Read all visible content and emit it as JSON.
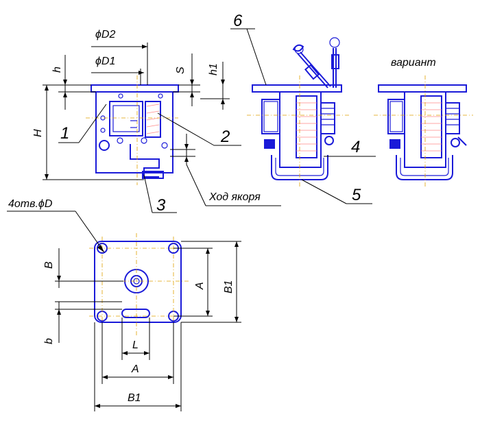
{
  "labels": {
    "phi_d2": "ϕD2",
    "phi_d1": "ϕD1",
    "h": "h",
    "s": "S",
    "h1": "h1",
    "H": "H",
    "n1": "1",
    "n2": "2",
    "n3": "3",
    "n4": "4",
    "n5": "5",
    "n6": "6",
    "stroke": "Ход якоря",
    "variant": "вариант",
    "holes": "4отв.ϕD",
    "B": "B",
    "b": "b",
    "A_right": "A",
    "B1_right": "B1",
    "L": "L",
    "A_bottom": "A",
    "B1_bottom": "B1"
  },
  "colors": {
    "part": "#1a1ad8",
    "dimension": "#000000",
    "axis": "#e0a000"
  }
}
